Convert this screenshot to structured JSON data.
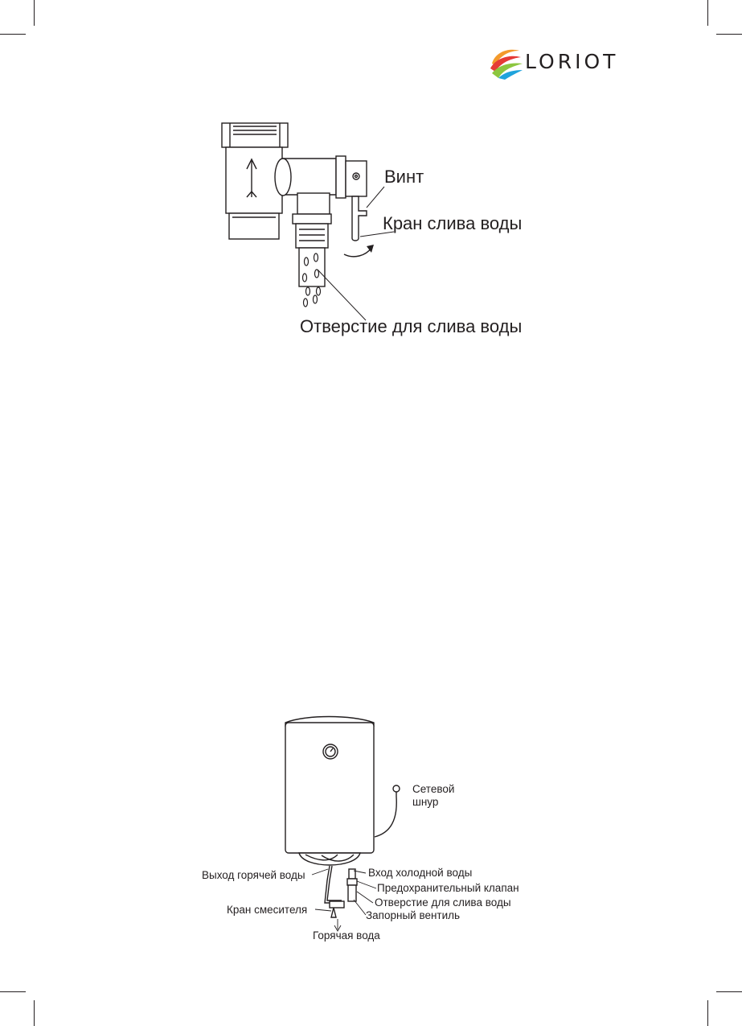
{
  "brand": {
    "name": "LORIOT",
    "colors": {
      "orange": "#f39a2c",
      "red": "#e53a36",
      "green": "#8cc63f",
      "blue": "#1fa3dc"
    }
  },
  "valve_diagram": {
    "labels": {
      "screw": "Винт",
      "drain_tap": "Кран слива воды",
      "drain_hole": "Отверстие для слива воды"
    }
  },
  "heater_diagram": {
    "labels": {
      "power_cord_line1": "Сетевой",
      "power_cord_line2": "шнур",
      "hot_water_outlet": "Выход горячей воды",
      "cold_water_inlet": "Вход холодной воды",
      "safety_valve": "Предохранительный клапан",
      "drain_hole": "Отверстие для слива воды",
      "mixer_tap": "Кран смесителя",
      "shutoff_valve": "Запорный вентиль",
      "hot_water": "Горячая вода"
    }
  }
}
